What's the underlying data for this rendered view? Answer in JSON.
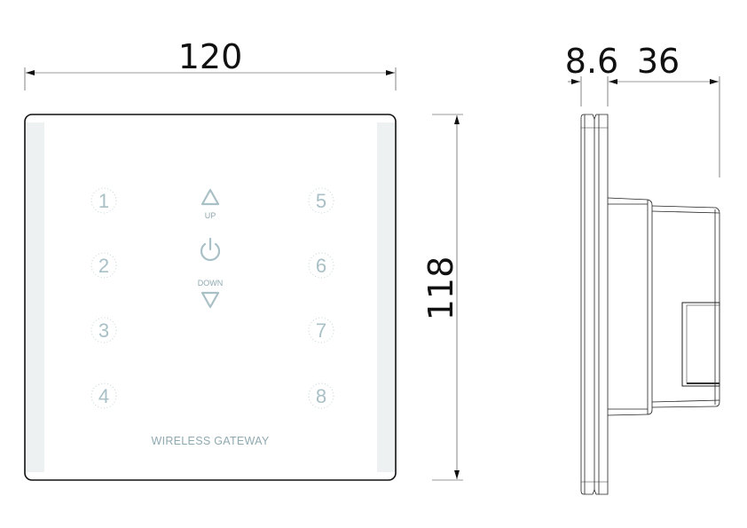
{
  "dimensions": {
    "width": "120",
    "height": "118",
    "front_thickness": "8.6",
    "depth": "36"
  },
  "front_panel": {
    "keys_left": [
      "1",
      "2",
      "3",
      "4"
    ],
    "keys_right": [
      "5",
      "6",
      "7",
      "8"
    ],
    "up_label": "UP",
    "down_label": "DOWN",
    "brand_label": "WIRELESS GATEWAY"
  },
  "colors": {
    "icon": "#a9c0c6",
    "stripe": "#eef1f1"
  }
}
